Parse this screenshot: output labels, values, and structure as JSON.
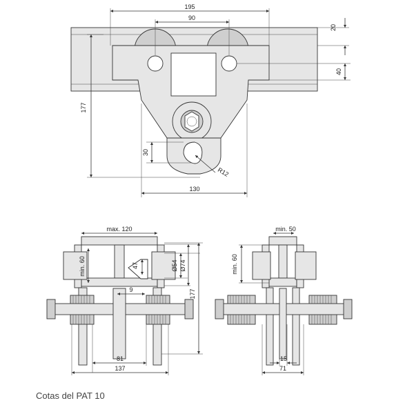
{
  "caption": "Cotas del PAT 10",
  "top_view": {
    "dims": {
      "d195": "195",
      "d90": "90",
      "d20": "20",
      "d40": "40",
      "d177": "177",
      "d30": "30",
      "r12": "R12",
      "d130": "130"
    }
  },
  "front_view": {
    "dims": {
      "max120": "max. 120",
      "min60": "min. 60",
      "d9": "9",
      "d47": "47",
      "phi54": "Ø54",
      "phi74": "Ø74",
      "d177": "177",
      "d81": "81",
      "d137": "137"
    }
  },
  "side_view": {
    "dims": {
      "min50": "min. 50",
      "min60": "min. 60",
      "d15": "15",
      "d71": "71"
    }
  }
}
